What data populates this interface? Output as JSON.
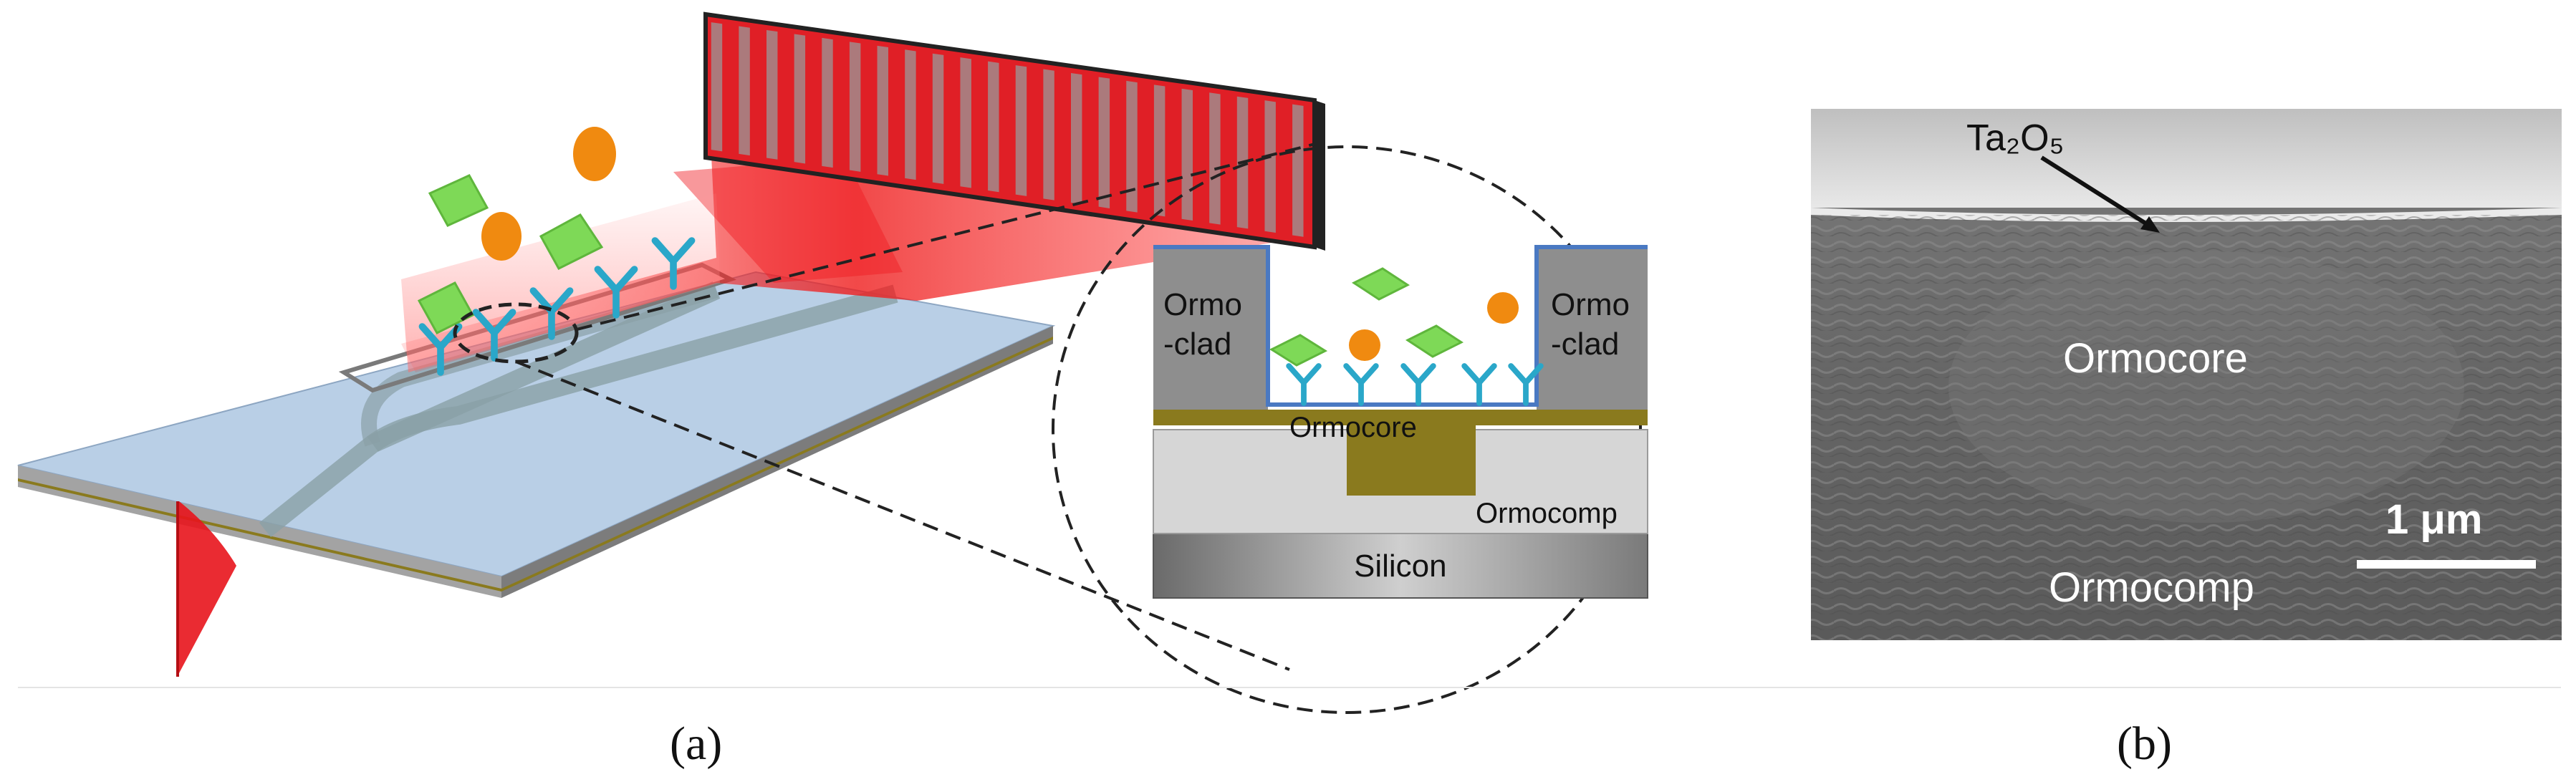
{
  "panel_a": {
    "caption": "(a)",
    "cross_section": {
      "left_clad": [
        "Ormo",
        "-clad"
      ],
      "right_clad": [
        "Ormo",
        "-clad"
      ],
      "core": "Ormocore",
      "substrate_cladding": "Ormocomp",
      "substrate": "Silicon"
    }
  },
  "panel_b": {
    "caption": "(b)",
    "top_layer_label": "Ta₂O₅",
    "core_label": "Ormocore",
    "bottom_label": "Ormocomp",
    "scale_bar_label": "1 μm"
  },
  "colors": {
    "laser_red": "#e8141c",
    "chip_surface": "#b9cfe6",
    "gold_layer": "#8a7a1e",
    "cladding_gray": "#8e8e8e",
    "antibody_cyan": "#2aa7c9",
    "antigen_green": "#7ed957",
    "particle_orange": "#f08a10"
  }
}
